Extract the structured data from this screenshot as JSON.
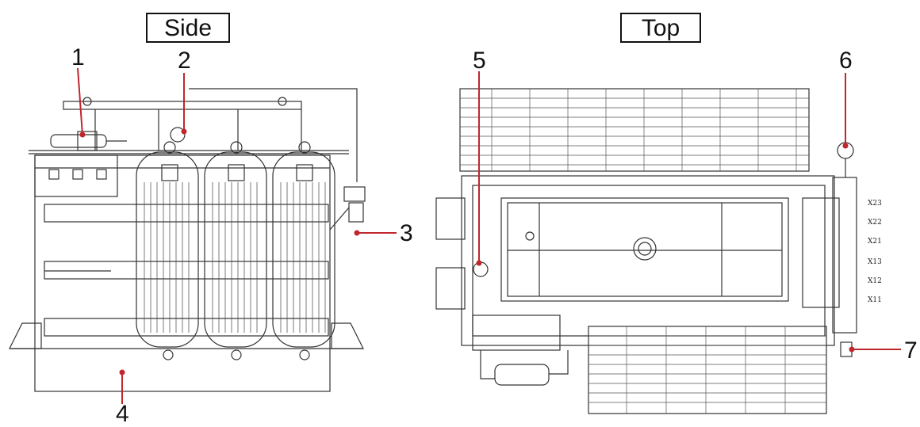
{
  "views": {
    "side": {
      "title": "Side"
    },
    "top": {
      "title": "Top"
    }
  },
  "callouts": [
    "1",
    "2",
    "3",
    "4",
    "5",
    "6",
    "7"
  ],
  "terminals": [
    "X23",
    "X22",
    "X21",
    "X13",
    "X12",
    "X11"
  ],
  "colors": {
    "line": "#333333",
    "callout": "#c0272d",
    "text": "#111111"
  }
}
